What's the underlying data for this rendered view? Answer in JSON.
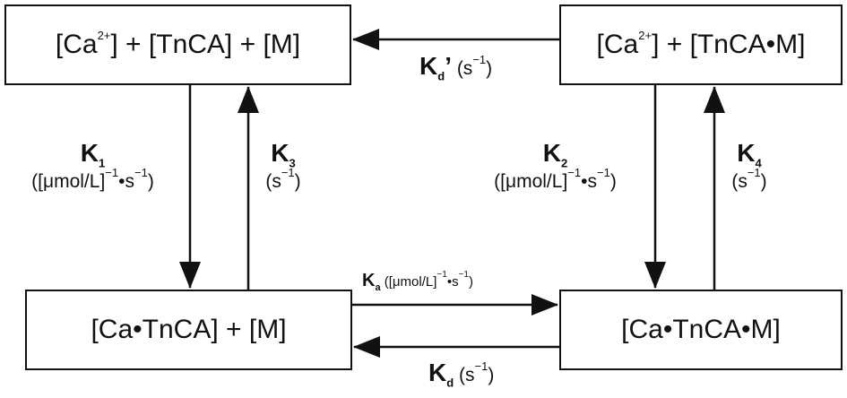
{
  "boxes": {
    "top_left": {
      "part1": "[Ca",
      "sup": "2+",
      "part2": "] + [TnCA] + [M]"
    },
    "top_right": {
      "part1": "[Ca",
      "sup": "2+",
      "part2": "] + [TnCA•M]"
    },
    "bottom_left": {
      "text": "[Ca•TnCA] + [M]"
    },
    "bottom_right": {
      "text": "[Ca•TnCA•M]"
    }
  },
  "rates": {
    "kd_prime": {
      "k": "K",
      "sub": "d",
      "prime": "’",
      "unit_pre": "(s",
      "unit_sup": "−1",
      "unit_post": ")"
    },
    "k1": {
      "k": "K",
      "sub": "1",
      "unit": "([μmol/L]",
      "unit_sup1": "−1",
      "unit_mid": "•s",
      "unit_sup2": "−1",
      "unit_post": ")"
    },
    "k3": {
      "k": "K",
      "sub": "3",
      "unit_pre": "(s",
      "unit_sup": "−1",
      "unit_post": ")"
    },
    "k2": {
      "k": "K",
      "sub": "2",
      "unit": "([μmol/L]",
      "unit_sup1": "−1",
      "unit_mid": "•s",
      "unit_sup2": "−1",
      "unit_post": ")"
    },
    "k4": {
      "k": "K",
      "sub": "4",
      "unit_pre": "(s",
      "unit_sup": "−1",
      "unit_post": ")"
    },
    "ka": {
      "k": "K",
      "sub": "a",
      "unit": "([μmol/L]",
      "unit_sup1": "−1",
      "unit_mid": "•s",
      "unit_sup2": "−1",
      "unit_post": ")"
    },
    "kd": {
      "k": "K",
      "sub": "d",
      "unit_pre": "(s",
      "unit_sup": "−1",
      "unit_post": ")"
    }
  },
  "colors": {
    "stroke": "#111111"
  }
}
